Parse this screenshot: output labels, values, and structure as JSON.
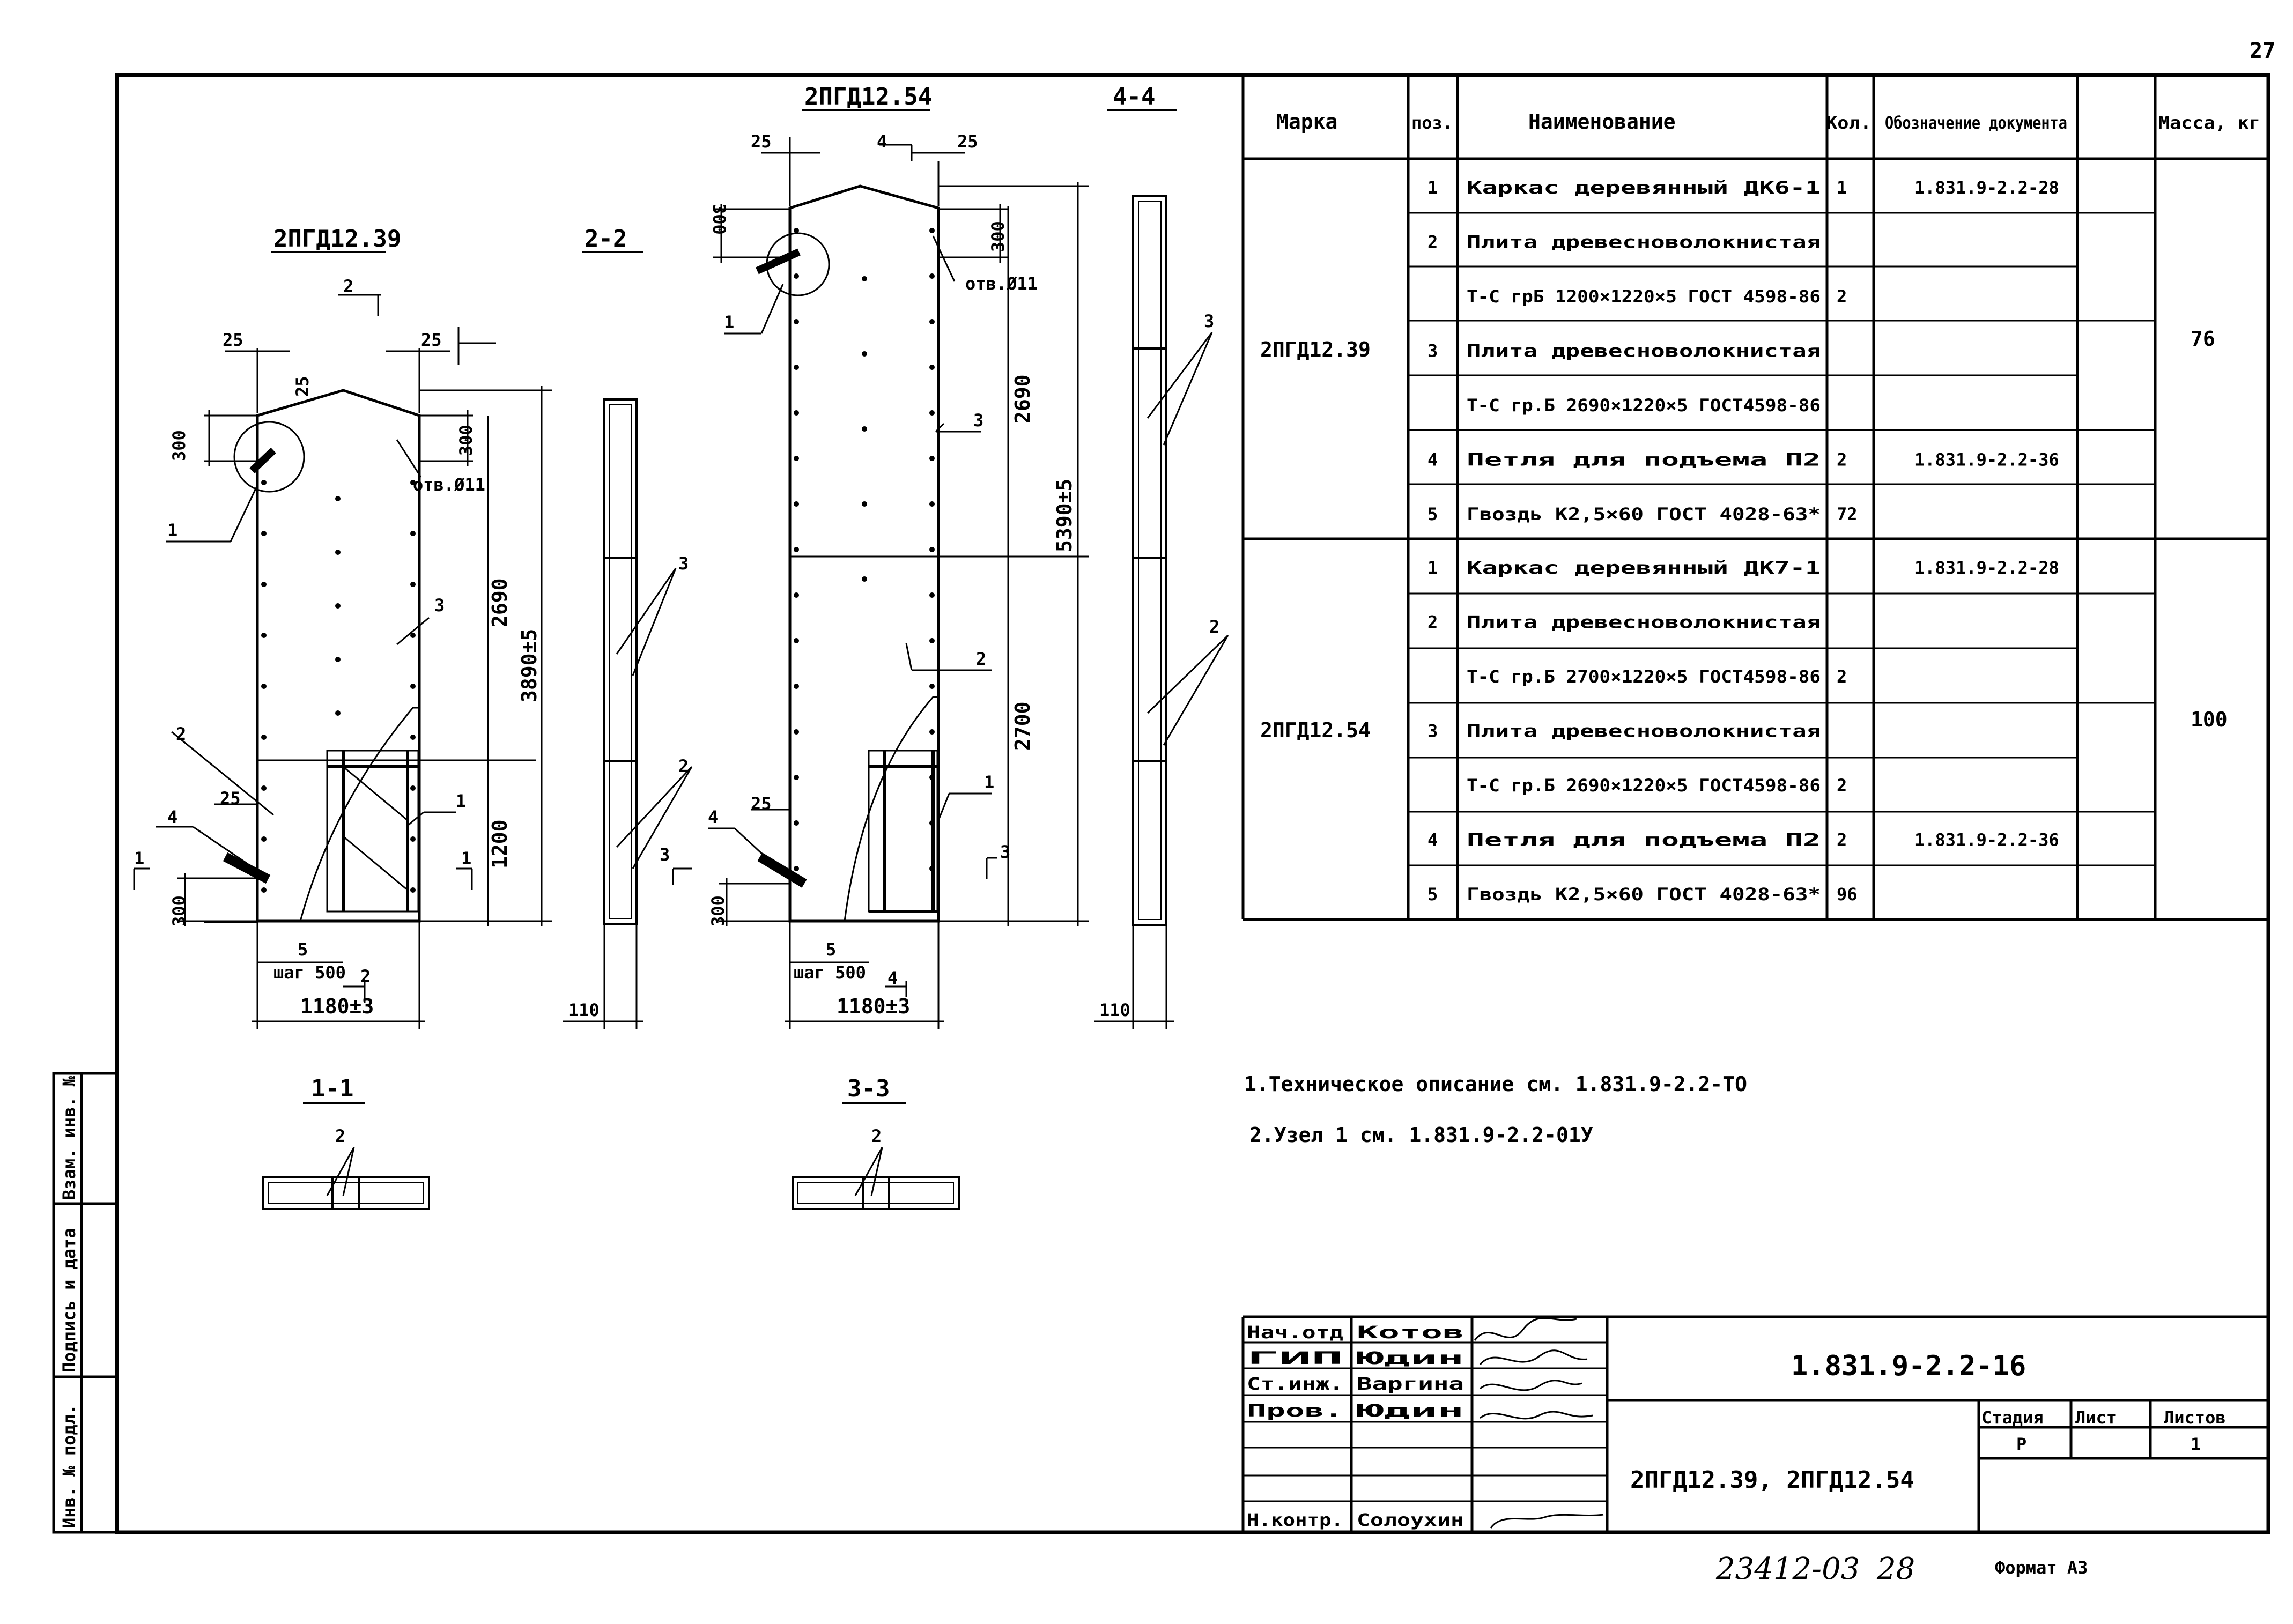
{
  "page_number": "27",
  "spec_table": {
    "headers": [
      "Марка",
      "поз.",
      "Наименование",
      "Кол.",
      "Обозначение документа",
      "Масса, кг"
    ],
    "groups": [
      {
        "mark": "2ПГД12.39",
        "mass": "76",
        "rows": [
          {
            "pos": "1",
            "name": "Каркас деревянный ДК6-1",
            "qty": "1",
            "doc": "1.831.9-2.2-28"
          },
          {
            "pos": "2",
            "name": "Плита древесноволокнистая",
            "qty": "",
            "doc": ""
          },
          {
            "pos": "",
            "name": "Т-С грБ 1200×1220×5 ГОСТ 4598-86",
            "qty": "2",
            "doc": ""
          },
          {
            "pos": "3",
            "name": "Плита древесноволокнистая",
            "qty": "",
            "doc": ""
          },
          {
            "pos": "",
            "name": "Т-С гр.Б 2690×1220×5 ГОСТ4598-86",
            "qty": "",
            "doc": ""
          },
          {
            "pos": "4",
            "name": "Петля для подъема П2",
            "qty": "2",
            "doc": "1.831.9-2.2-36"
          },
          {
            "pos": "5",
            "name": "Гвоздь К2,5×60 ГОСТ 4028-63*",
            "qty": "72",
            "doc": ""
          }
        ]
      },
      {
        "mark": "2ПГД12.54",
        "mass": "100",
        "rows": [
          {
            "pos": "1",
            "name": "Каркас деревянный ДК7-1",
            "qty": "",
            "doc": "1.831.9-2.2-28"
          },
          {
            "pos": "2",
            "name": "Плита древесноволокнистая",
            "qty": "",
            "doc": ""
          },
          {
            "pos": "",
            "name": "Т-С гр.Б 2700×1220×5 ГОСТ4598-86",
            "qty": "2",
            "doc": ""
          },
          {
            "pos": "3",
            "name": "Плита древесноволокнистая",
            "qty": "",
            "doc": ""
          },
          {
            "pos": "",
            "name": "Т-С гр.Б 2690×1220×5 ГОСТ4598-86",
            "qty": "2",
            "doc": ""
          },
          {
            "pos": "4",
            "name": "Петля для подъема П2",
            "qty": "2",
            "doc": "1.831.9-2.2-36"
          },
          {
            "pos": "5",
            "name": "Гвоздь К2,5×60 ГОСТ 4028-63*",
            "qty": "96",
            "doc": ""
          }
        ]
      }
    ]
  },
  "notes": [
    "1.Техническое описание см. 1.831.9-2.2-ТО",
    "2.Узел 1 см. 1.831.9-2.2-01У"
  ],
  "views": {
    "left_title": "2ПГД12.39",
    "right_title": "2ПГД12.54",
    "section_2_2": "2-2",
    "section_4_4": "4-4",
    "section_1_1": "1-1",
    "section_3_3": "3-3",
    "left": {
      "d25a": "25",
      "d25b": "25",
      "d25c": "25",
      "d25d": "25",
      "d300a": "300",
      "d300b": "300",
      "d300c": "300",
      "hole": "отв.Ø11",
      "h2690": "2690",
      "h3890": "3890±5",
      "h1200": "1200",
      "step": "шаг 500",
      "width": "1180±3",
      "pos5": "5",
      "sec1": "1",
      "sec2": "2"
    },
    "right": {
      "d25a": "25",
      "d25b": "25",
      "d25c": "25",
      "d300a": "300",
      "d300b": "300",
      "d300c": "300",
      "hole": "отв.Ø11",
      "h2690": "2690",
      "h5390": "5390±5",
      "h2700": "2700",
      "step": "шаг 500",
      "width": "1180±3",
      "pos5": "5",
      "sec3": "3",
      "sec4": "4"
    },
    "section_thickness": "110",
    "pos_labels": {
      "p1": "1",
      "p2": "2",
      "p3": "3",
      "p4": "4"
    }
  },
  "side_stamp": [
    "Инв. № подл.",
    "Подпись и дата",
    "Взам. инв. №"
  ],
  "title_block": {
    "roles": [
      "Нач.отд",
      "ГИП",
      "Ст.инж.",
      "Пров.",
      "Н.контр."
    ],
    "names": [
      "Котов",
      "Юдин",
      "Варгина",
      "Юдин",
      "Солоухин"
    ],
    "doc_code": "1.831.9-2.2-16",
    "product": "2ПГД12.39, 2ПГД12.54",
    "stage_header": "Стадия",
    "sheet_header": "Лист",
    "sheets_header": "Листов",
    "stage": "Р",
    "sheet": "",
    "sheets": "1"
  },
  "footer": {
    "inventory": "23412-03",
    "sheet_num": "28",
    "format": "Формат А3"
  }
}
